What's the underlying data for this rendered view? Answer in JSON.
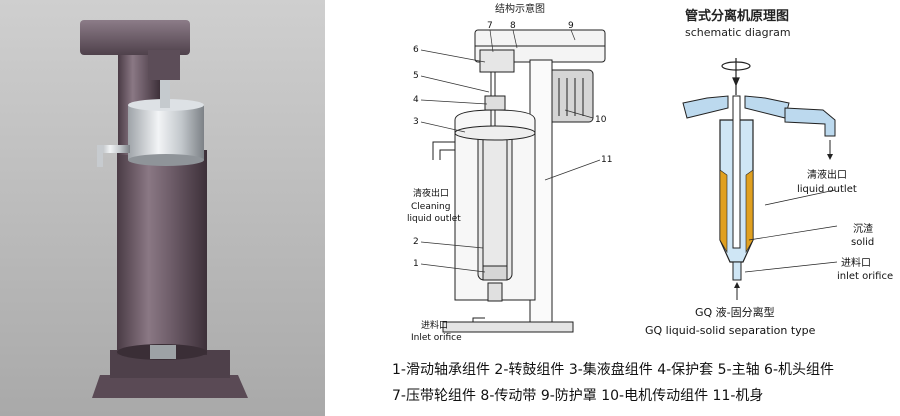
{
  "schematic": {
    "title": "结构示意图",
    "callouts": [
      "7",
      "8",
      "9",
      "6",
      "5",
      "4",
      "3",
      "10",
      "11",
      "2",
      "1"
    ],
    "outlet_cn": "清夜出口",
    "outlet_en_1": "Cleaning",
    "outlet_en_2": "liquid outlet",
    "inlet_cn": "进料口",
    "inlet_en": "Inlet orifice"
  },
  "separator": {
    "title": "管式分离机原理图",
    "subtitle": "schematic diagram",
    "clear_cn": "清液出口",
    "clear_en": "liquid outlet",
    "solid_cn": "沉渣",
    "solid_en": "solid",
    "inlet_cn": "进料口",
    "inlet_en": "inlet orifice",
    "type_cn": "GQ 液-固分离型",
    "type_en": "GQ liquid-solid separation type"
  },
  "legend": {
    "line1": "1-滑动轴承组件 2-转鼓组件 3-集液盘组件 4-保护套 5-主轴 6-机头组件",
    "line2": "7-压带轮组件  8-传动带 9-防护罩 10-电机传动组件 11-机身"
  },
  "colors": {
    "tube_fill": "#cfe6f5",
    "solid_fill": "#e0a020",
    "machine_body": "#6b5a66"
  }
}
